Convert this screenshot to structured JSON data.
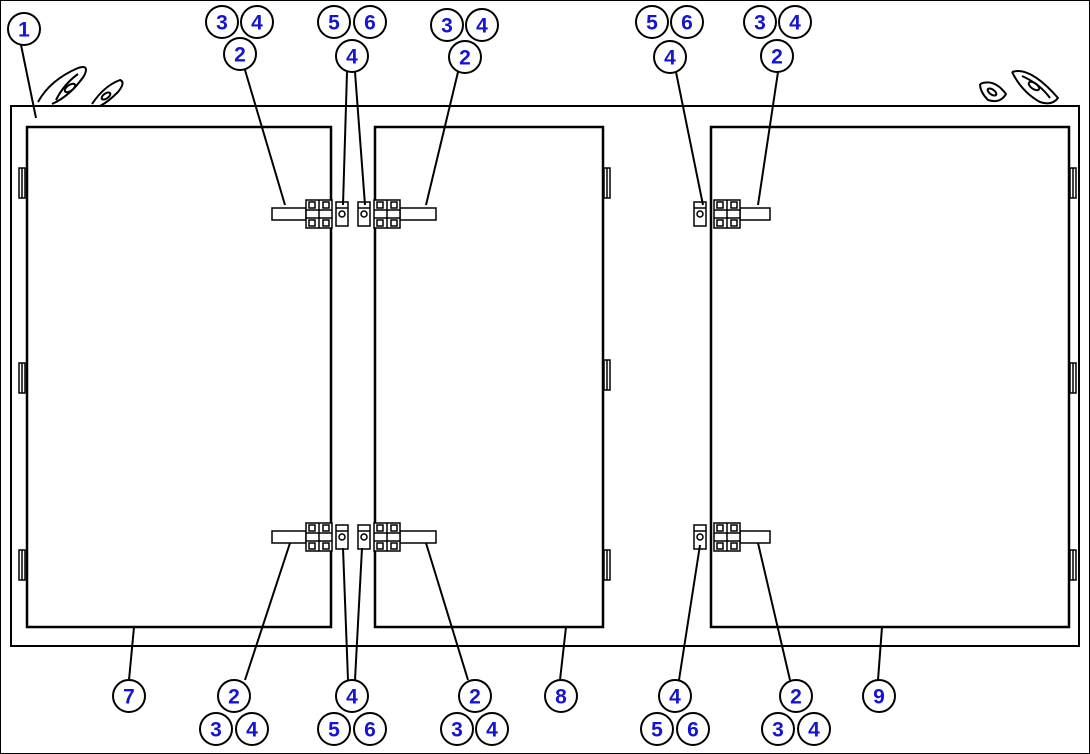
{
  "callouts": {
    "frame": "1",
    "catch": "2",
    "bolt": "3",
    "nut": "4",
    "screw": "5",
    "washer": "6",
    "door_left": "7",
    "door_middle": "8",
    "door_right": "9"
  },
  "colors": {
    "callout_text": "#1414d2",
    "line": "#000000",
    "background": "#ffffff"
  }
}
